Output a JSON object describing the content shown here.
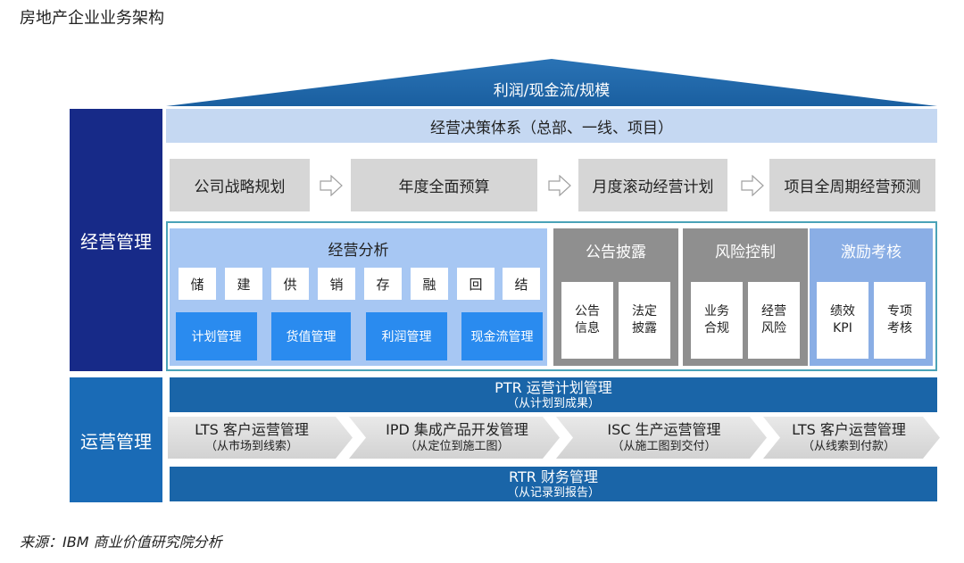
{
  "title": "房地产企业业务架构",
  "source": "来源：IBM 商业价值研究院分析",
  "roof_label": "利润/现金流/规模",
  "left_labels": {
    "business_mgmt": "经营管理",
    "operations_mgmt": "运营管理"
  },
  "decision_system": "经营决策体系（总部、一线、项目）",
  "flow_steps": [
    "公司战略规划",
    "年度全面预算",
    "月度滚动经营计划",
    "项目全周期经营预测"
  ],
  "analysis": {
    "title": "经营分析",
    "items": [
      "储",
      "建",
      "供",
      "销",
      "存",
      "融",
      "回",
      "结"
    ],
    "modules": [
      "计划管理",
      "货值管理",
      "利润管理",
      "现金流管理"
    ]
  },
  "disclosure": {
    "title": "公告披露",
    "items": [
      [
        "公告",
        "信息"
      ],
      [
        "法定",
        "披露"
      ]
    ]
  },
  "risk": {
    "title": "风险控制",
    "items": [
      [
        "业务",
        "合规"
      ],
      [
        "经营",
        "风险"
      ]
    ]
  },
  "incentive": {
    "title": "激励考核",
    "items": [
      [
        "绩效",
        "KPI"
      ],
      [
        "专项",
        "考核"
      ]
    ]
  },
  "ptr": {
    "main": "PTR 运营计划管理",
    "sub": "（从计划到成果）"
  },
  "chevrons": [
    {
      "main": "LTS 客户运营管理",
      "sub": "（从市场到线索）"
    },
    {
      "main": "IPD 集成产品开发管理",
      "sub": "（从定位到施工图）"
    },
    {
      "main": "ISC 生产运营管理",
      "sub": "（从施工图到交付）"
    },
    {
      "main": "LTS 客户运营管理",
      "sub": "（从线索到付款）"
    }
  ],
  "rtr": {
    "main": "RTR 财务管理",
    "sub": "（从记录到报告）"
  },
  "colors": {
    "navy": "#172a88",
    "ops_blue": "#1a6bb6",
    "band_blue": "#1a65a8",
    "module_blue": "#2a8bef",
    "light_blue": "#a7c7f3",
    "gray": "#8f8f8f",
    "frame": "#4aa3b8"
  }
}
